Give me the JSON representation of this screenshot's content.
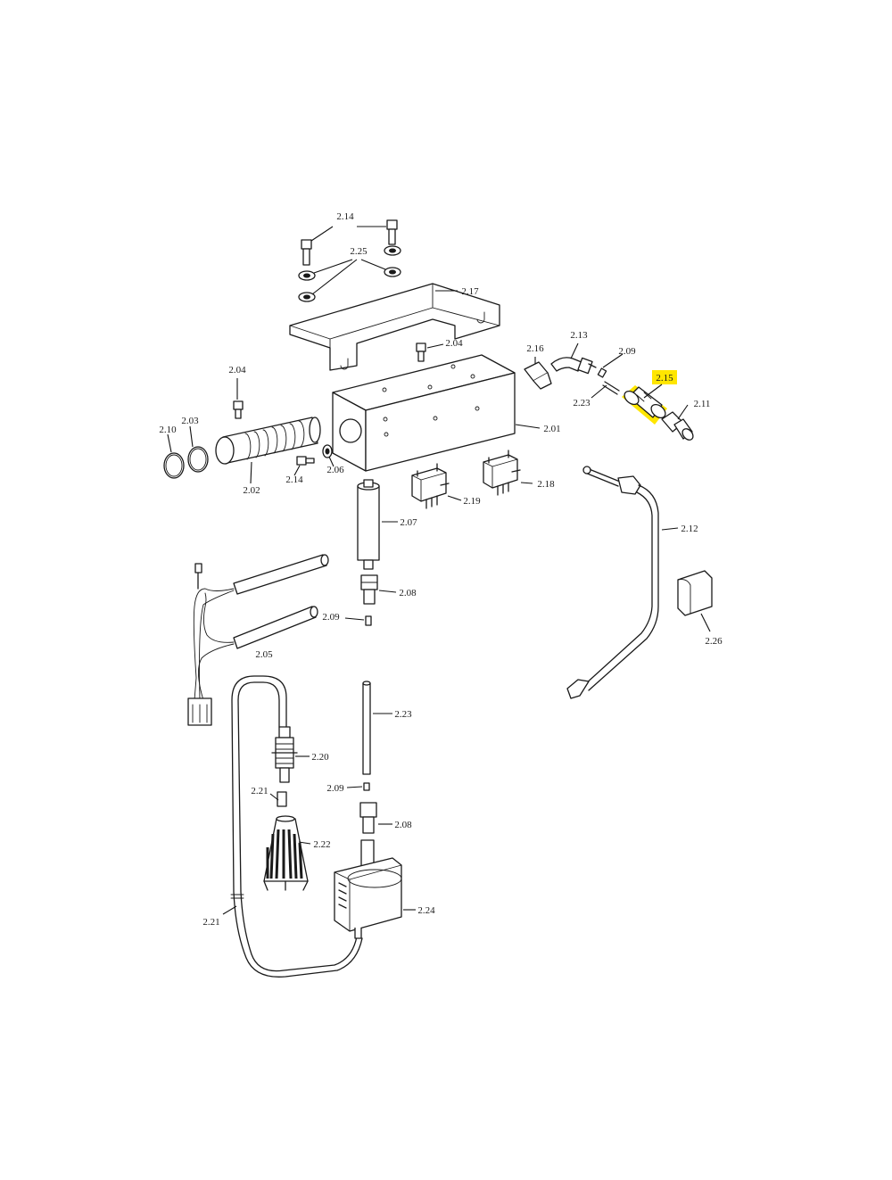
{
  "highlight_color": "#ffe600",
  "highlighted_part": "2.15",
  "labels": {
    "l214a": "2.14",
    "l225": "2.25",
    "l217": "2.17",
    "l204a": "2.04",
    "l216": "2.16",
    "l213": "2.13",
    "l209a": "2.09",
    "l215": "2.15",
    "l223a": "2.23",
    "l211": "2.11",
    "l204b": "2.04",
    "l210": "2.10",
    "l203": "2.03",
    "l201": "2.01",
    "l202": "2.02",
    "l214b": "2.14",
    "l206": "2.06",
    "l218": "2.18",
    "l219": "2.19",
    "l207": "2.07",
    "l212": "2.12",
    "l208a": "2.08",
    "l209b": "2.09",
    "l205": "2.05",
    "l226": "2.26",
    "l223b": "2.23",
    "l220": "2.20",
    "l209c": "2.09",
    "l221a": "2.21",
    "l208b": "2.08",
    "l222": "2.22",
    "l224": "2.24",
    "l221b": "2.21"
  }
}
